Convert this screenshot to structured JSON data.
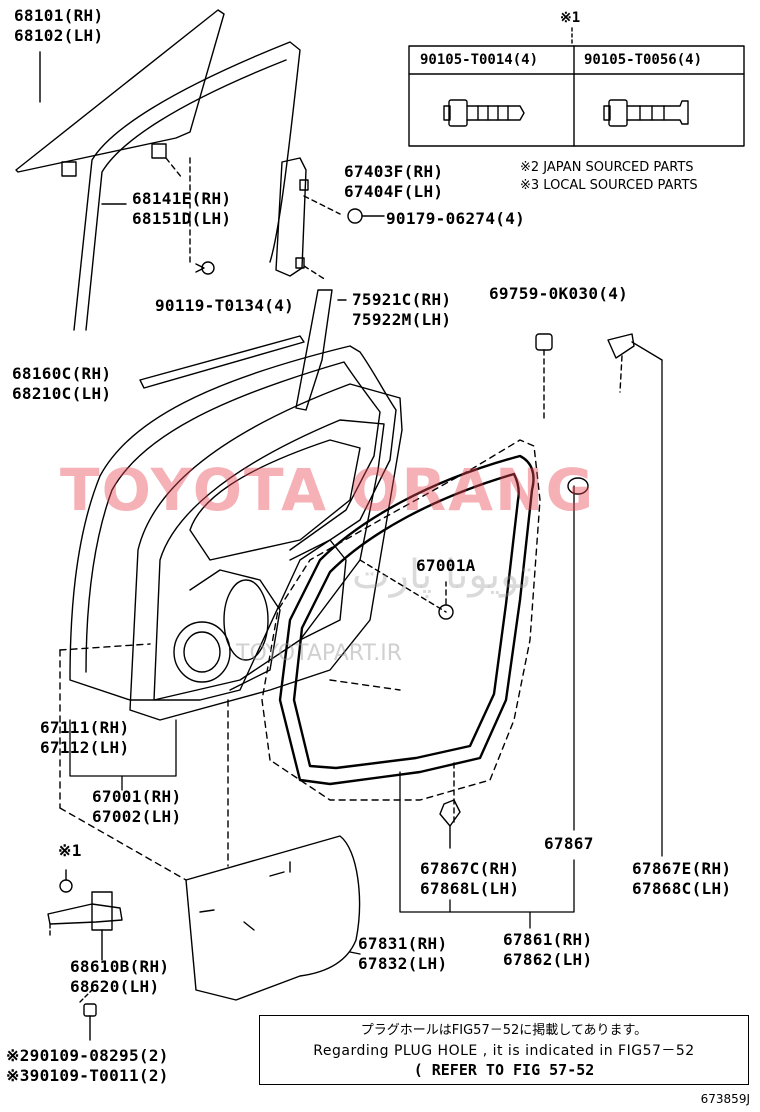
{
  "parts": {
    "p68101": [
      "68101(RH)",
      "68102(LH)"
    ],
    "p68141": [
      "68141E(RH)",
      "68151D(LH)"
    ],
    "p90119": [
      "90119-T0134(4)"
    ],
    "p67403": [
      "67403F(RH)",
      "67404F(LH)"
    ],
    "p90179": [
      "90179-06274(4)"
    ],
    "p75921": [
      "75921C(RH)",
      "75922M(LH)"
    ],
    "p69759": [
      "69759-0K030(4)"
    ],
    "p68160": [
      "68160C(RH)",
      "68210C(LH)"
    ],
    "p67001A": [
      "67001A"
    ],
    "p67111": [
      "67111(RH)",
      "67112(LH)"
    ],
    "p67001": [
      "67001(RH)",
      "67002(LH)"
    ],
    "p67867": [
      "67867"
    ],
    "p67867C": [
      "67867C(RH)",
      "67868L(LH)"
    ],
    "p67867E": [
      "67867E(RH)",
      "67868C(LH)"
    ],
    "p68610": [
      "68610B(RH)",
      "68620(LH)"
    ],
    "p67831": [
      "67831(RH)",
      "67832(LH)"
    ],
    "p67861": [
      "67861(RH)",
      "67862(LH)"
    ],
    "mark1": "※1",
    "p90109a": "※290109-08295(2)",
    "p90109b": "※390109-T0011(2)"
  },
  "bolt_table": {
    "marker": "※1",
    "col1": "90105-T0014(4)",
    "col2": "90105-T0056(4)"
  },
  "notes": {
    "japan": "※2 JAPAN SOURCED PARTS",
    "local": "※3 LOCAL SOURCED PARTS"
  },
  "reference_box": {
    "japanese": "プラグホールはFIG57－52に掲載してあります。",
    "english": "Regarding PLUG HOLE , it is indicated in FIG57－52",
    "refer": "( REFER TO FIG 57-52"
  },
  "watermark": {
    "brand": "TOYOTA ORANG",
    "arabic": "تویوتا پارت",
    "site": "TOYOTAPART.IR"
  },
  "figure_id": "673859J"
}
